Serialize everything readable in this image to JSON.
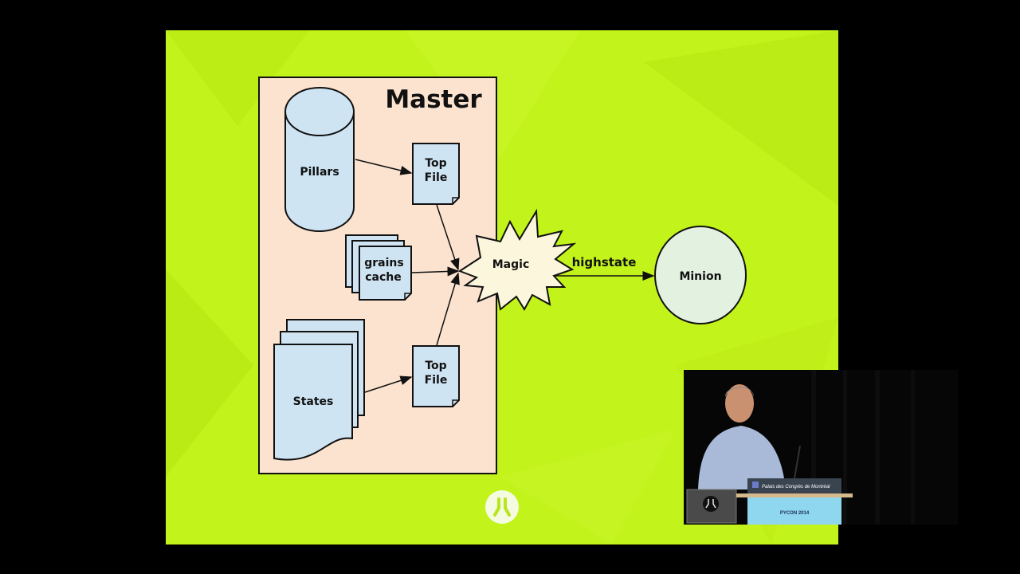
{
  "slide": {
    "background_color": "#c2f31a",
    "master": {
      "title": "Master",
      "fill": "#fbe3cf",
      "components": {
        "pillars": "Pillars",
        "top_file_1": [
          "Top",
          "File"
        ],
        "grains_cache": [
          "grains",
          "cache"
        ],
        "states": "States",
        "top_file_2": [
          "Top",
          "File"
        ]
      }
    },
    "magic": "Magic",
    "edge_label": "highstate",
    "minion": "Minion",
    "colors": {
      "shape_fill": "#cfe4f3",
      "magic_fill": "#fcf6dd",
      "minion_fill": "#e3f1e1",
      "stroke": "#111111"
    },
    "logo_icon": "pycon-logo-icon"
  },
  "video_overlay": {
    "podium_sign": "Palais des Congrès de Montréal",
    "podium_banner": "PYCON 2014"
  }
}
